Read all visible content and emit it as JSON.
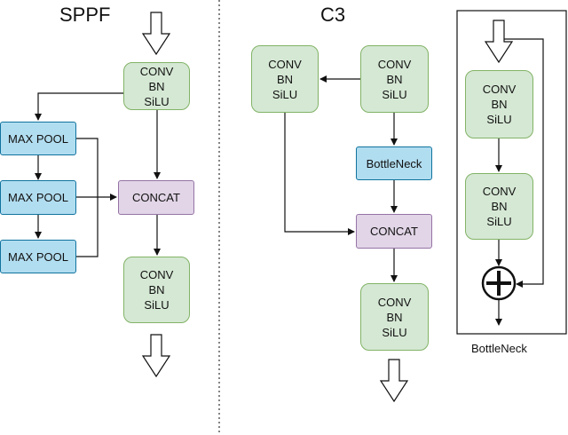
{
  "sppf": {
    "title": "SPPF",
    "conv_top": [
      "CONV",
      "BN",
      "SiLU"
    ],
    "maxpool_1": "MAX POOL",
    "maxpool_2": "MAX POOL",
    "maxpool_3": "MAX POOL",
    "concat": "CONCAT",
    "conv_bottom": [
      "CONV",
      "BN",
      "SiLU"
    ]
  },
  "c3": {
    "title": "C3",
    "conv_left": [
      "CONV",
      "BN",
      "SiLU"
    ],
    "conv_right": [
      "CONV",
      "BN",
      "SiLU"
    ],
    "bottleneck": "BottleNeck",
    "concat": "CONCAT",
    "conv_bottom": [
      "CONV",
      "BN",
      "SiLU"
    ]
  },
  "bottleneck_detail": {
    "caption": "BottleNeck",
    "conv_1": [
      "CONV",
      "BN",
      "SiLU"
    ],
    "conv_2": [
      "CONV",
      "BN",
      "SiLU"
    ],
    "add_symbol": "plus-icon"
  },
  "colors": {
    "conv_fill": "#d5e8d4",
    "conv_border": "#82b366",
    "pool_fill": "#b1ddf0",
    "pool_border": "#10739e",
    "concat_fill": "#e1d5e7",
    "concat_border": "#9673a6"
  }
}
